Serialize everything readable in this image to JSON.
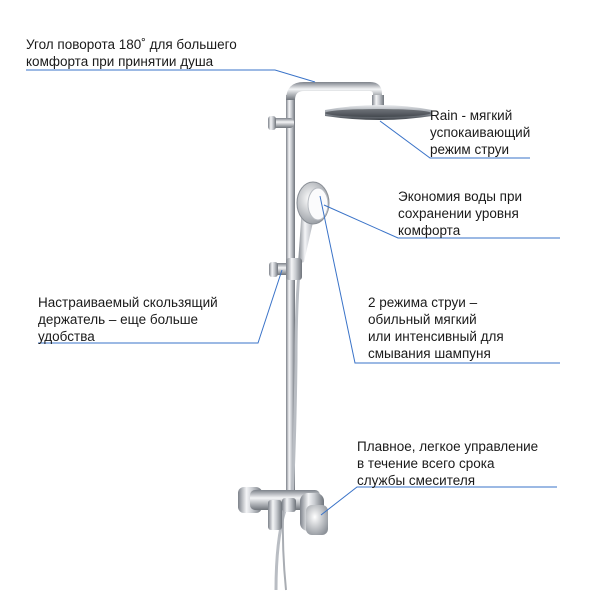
{
  "callouts": {
    "rotation": "Угол поворота 180˚ для большего\nкомфорта при принятии душа",
    "rain": "Rain - мягкий\nуспокаивающий\nрежим струи",
    "economy": "Экономия воды при\nсохранении уровня\nкомфорта",
    "holder": "Настраиваемый скользящий\nдержатель – еще больше\nудобства",
    "modes": "2 режима струи –\nобильный мягкий\nили интенсивный для\nсмывания шампуня",
    "control": "Плавное, легкое управление\nв течение всего срока\nслужбы смесителя"
  },
  "colors": {
    "leader_line": "#3a73c8",
    "chrome_dark": "#8a8f96",
    "chrome_light": "#f2f3f5",
    "text": "#1a1a1a"
  }
}
